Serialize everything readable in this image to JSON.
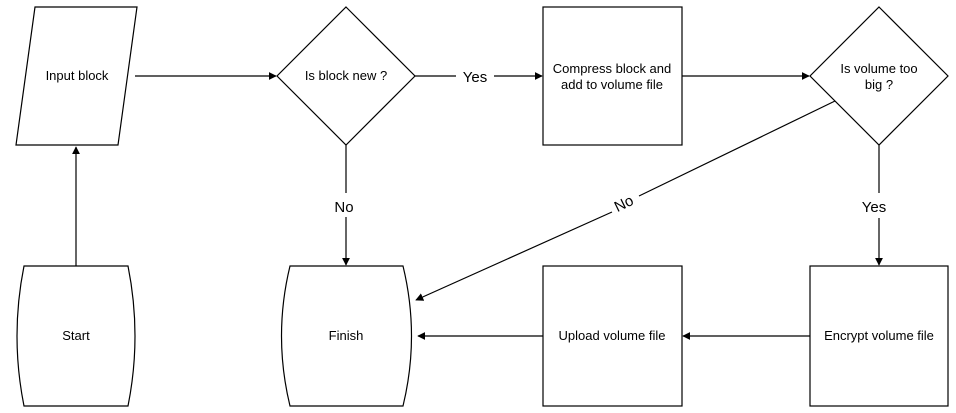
{
  "nodes": {
    "input_block": "Input block",
    "is_block_new": "Is block new ?",
    "compress_line1": "Compress block and",
    "compress_line2": "add to volume file",
    "volume_big_line1": "Is volume too",
    "volume_big_line2": "big ?",
    "start": "Start",
    "finish": "Finish",
    "upload": "Upload volume file",
    "encrypt": "Encrypt volume file"
  },
  "edges": {
    "new_yes": "Yes",
    "new_no": "No",
    "big_yes": "Yes",
    "big_no": "No"
  }
}
